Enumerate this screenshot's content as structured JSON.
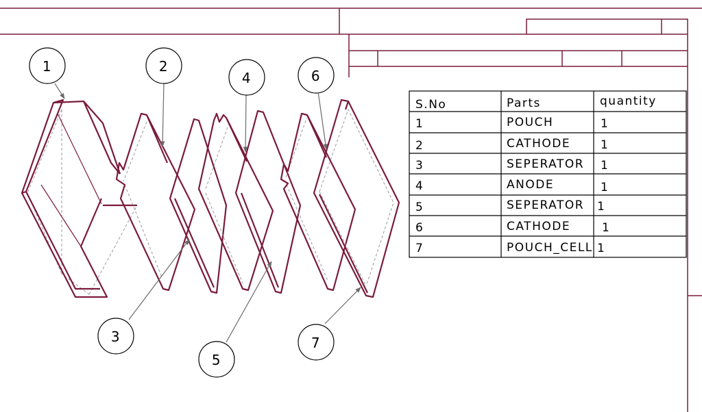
{
  "colors": {
    "border": "#7a1b3a",
    "part": "#7a1b3a",
    "hidden": "#9a9a9a",
    "ink": "#000000"
  },
  "balloons": [
    {
      "label": "1"
    },
    {
      "label": "2"
    },
    {
      "label": "3"
    },
    {
      "label": "4"
    },
    {
      "label": "5"
    },
    {
      "label": "6"
    },
    {
      "label": "7"
    }
  ],
  "table": {
    "headers": [
      "S.No",
      "Parts",
      "quantity"
    ],
    "rows": [
      {
        "sno": "1",
        "part": "POUCH",
        "qty": "1"
      },
      {
        "sno": "2",
        "part": "CATHODE",
        "qty": "1"
      },
      {
        "sno": "3",
        "part": "SEPERATOR",
        "qty": "1"
      },
      {
        "sno": "4",
        "part": "ANODE",
        "qty": "1"
      },
      {
        "sno": "5",
        "part": "SEPERATOR",
        "qty": "1"
      },
      {
        "sno": "6",
        "part": "CATHODE",
        "qty": "1"
      },
      {
        "sno": "7",
        "part": "POUCH_CELL",
        "qty": "1"
      }
    ]
  }
}
